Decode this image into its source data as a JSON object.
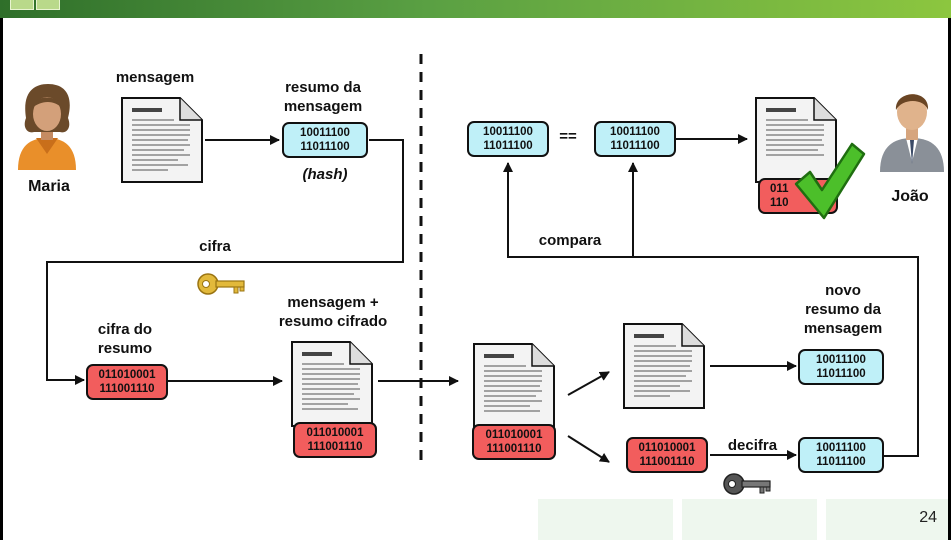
{
  "labels": {
    "mensagem": "mensagem",
    "resumo_da_mensagem": "resumo da\nmensagem",
    "hash": "(hash)",
    "maria": "Maria",
    "joao": "João",
    "cifra": "cifra",
    "cifra_do_resumo": "cifra do\nresumo",
    "mensagem_resumo_cifrado": "mensagem +\nresumo cifrado",
    "compara": "compara",
    "equals": "==",
    "novo_resumo": "novo\nresumo da\nmensagem",
    "decifra": "decifra"
  },
  "boxes": {
    "hash_top_line1": "10011100",
    "hash_top_line2": "11011100",
    "cmp_left_line1": "10011100",
    "cmp_left_line2": "11011100",
    "cmp_right_line1": "10011100",
    "cmp_right_line2": "11011100",
    "cipher_left_line1": "011010001",
    "cipher_left_line2": "111001110",
    "cipher_doc1_line1": "011010001",
    "cipher_doc1_line2": "111001110",
    "cipher_doc2_line1": "011010001",
    "cipher_doc2_line2": "111001110",
    "cipher_dec_line1": "011010001",
    "cipher_dec_line2": "111001110",
    "new_hash_line1": "10011100",
    "new_hash_line2": "11011100",
    "dec_hash_line1": "10011100",
    "dec_hash_line2": "11011100",
    "joao_doc_line1": "011",
    "joao_doc_line2": "110"
  },
  "page_number": "24",
  "colors": {
    "cyan_box": "#bff0f8",
    "red_box": "#f25d5d",
    "check": "#4cbf2a",
    "key_gold": "#e2b93b",
    "key_dark": "#555555"
  },
  "icons": [
    "document-icon",
    "person-maria-icon",
    "person-joao-icon",
    "gold-key-icon",
    "dark-key-icon",
    "checkmark-icon"
  ]
}
